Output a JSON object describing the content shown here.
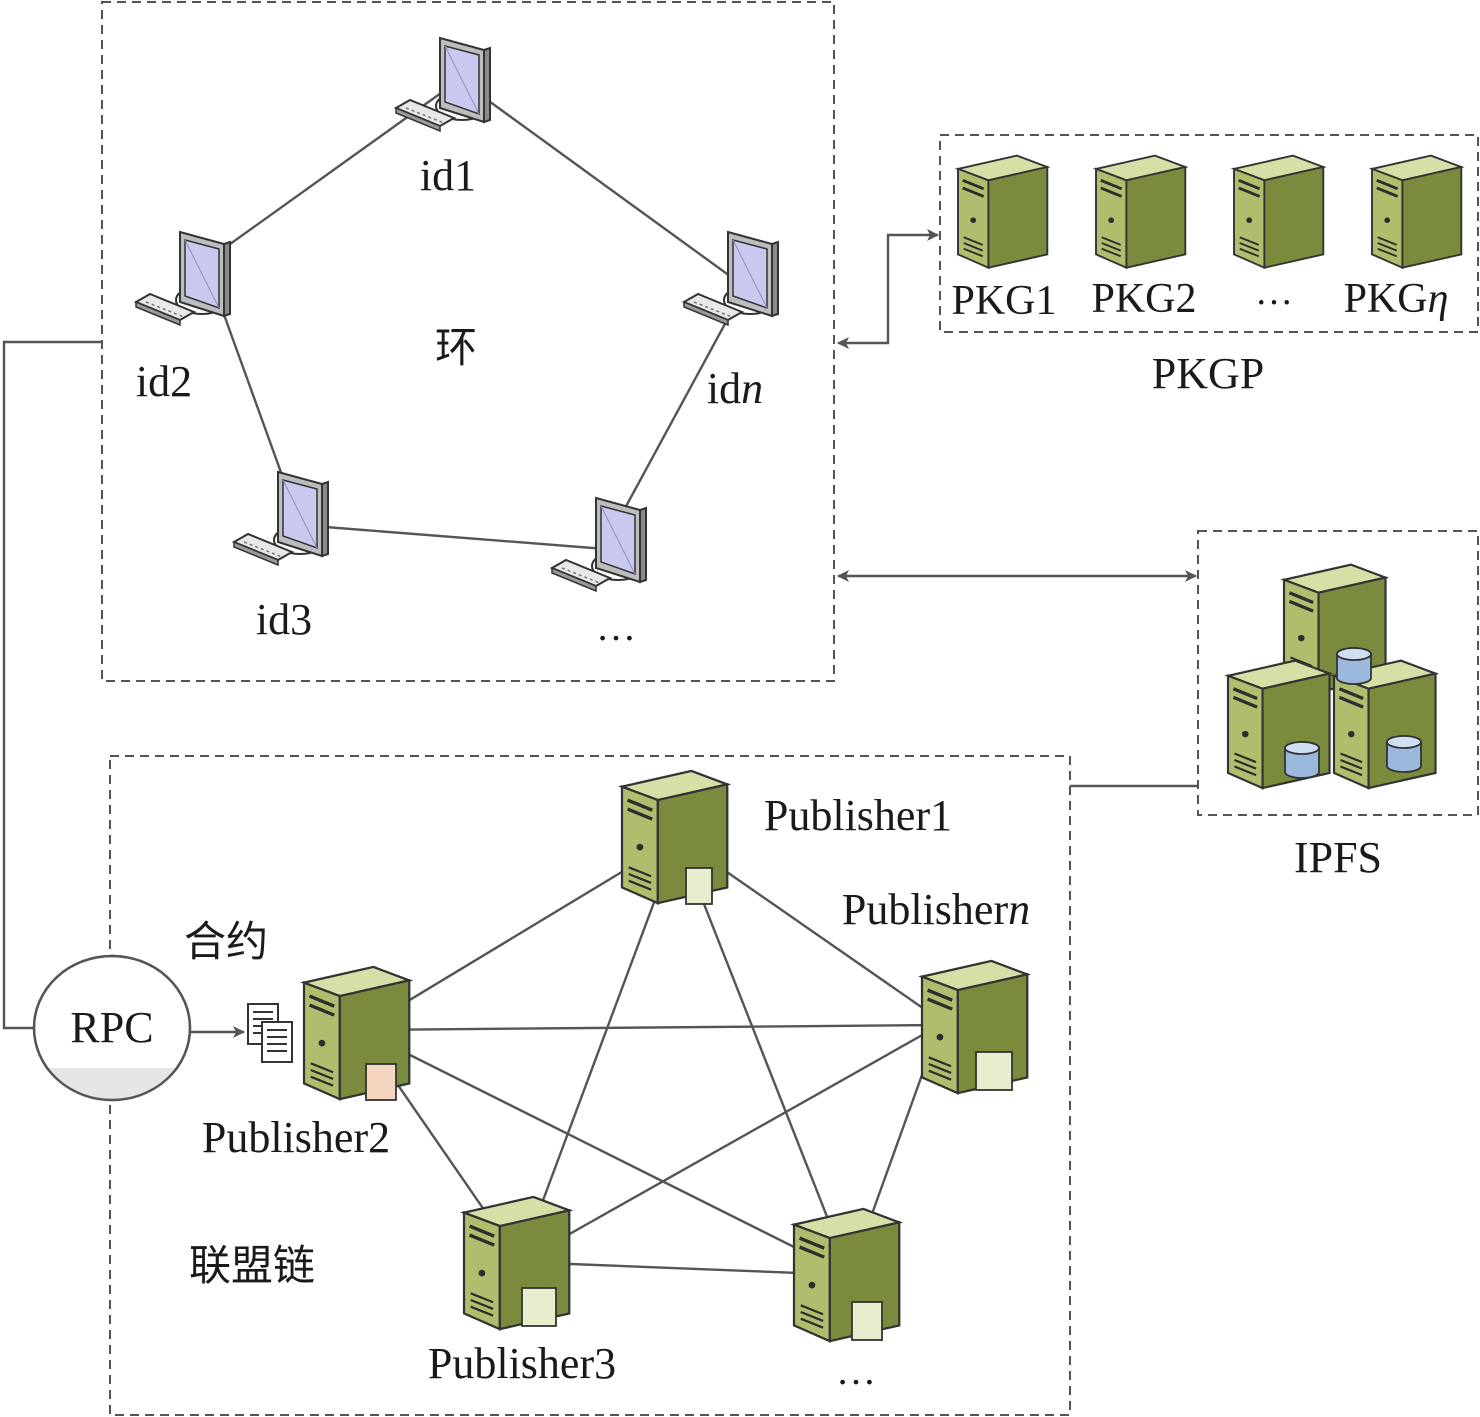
{
  "ring": {
    "title": "环",
    "nodes": {
      "id1": "id1",
      "id2": "id2",
      "id3": "id3",
      "idn_base": "id",
      "idn_var": "n",
      "more": "…"
    }
  },
  "pkgp": {
    "title": "PKGP",
    "items": {
      "pkg1": "PKG1",
      "pkg2": "PKG2",
      "more": "…",
      "pkgn_base": "PKG",
      "pkgn_var": "η"
    }
  },
  "ipfs": {
    "title": "IPFS"
  },
  "consortium": {
    "title": "联盟链",
    "contract_label": "合约",
    "rpc_label": "RPC",
    "publishers": {
      "p1": "Publisher1",
      "p2": "Publisher2",
      "p3": "Publisher3",
      "pn_base": "Publisher",
      "pn_var": "n",
      "more": "…"
    }
  },
  "colors": {
    "server_front": "#aebe6c",
    "server_side": "#7b8b3d",
    "server_top": "#d6dfa6",
    "monitor_screen": "#c9c8ef",
    "edge": "#555555",
    "dashed_box": "#555555"
  }
}
